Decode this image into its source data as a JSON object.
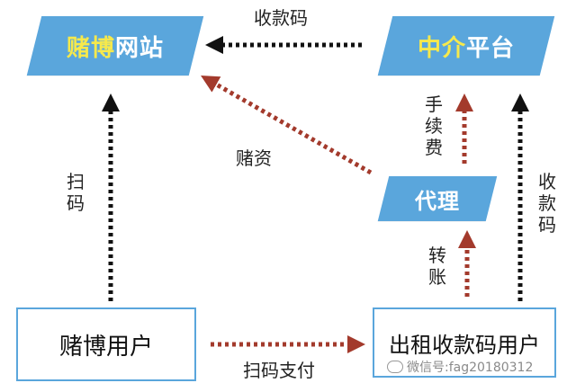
{
  "nodes": {
    "gambling_site": {
      "label_highlight": "赌博",
      "label_rest": "网站"
    },
    "intermediary": {
      "label_highlight": "中介",
      "label_rest": "平台"
    },
    "agent": {
      "label": "代理"
    },
    "gambler": {
      "label": "赌博用户"
    },
    "code_renter": {
      "label": "出租收款码用户"
    }
  },
  "edges": {
    "code_to_site": {
      "label": "收款码"
    },
    "funds": {
      "label": "赌资"
    },
    "fee": {
      "label": "手续费"
    },
    "scan": {
      "label": "扫码"
    },
    "code_up": {
      "label": "收款码"
    },
    "transfer": {
      "label": "转账"
    },
    "scan_pay": {
      "label": "扫码支付"
    }
  },
  "watermark": {
    "text": "微信号:fag20180312"
  },
  "colors": {
    "node_fill": "#5aa6dc",
    "highlight_text": "#f6e94c",
    "black_arrow": "#111111",
    "red_arrow": "#a33a2c"
  }
}
